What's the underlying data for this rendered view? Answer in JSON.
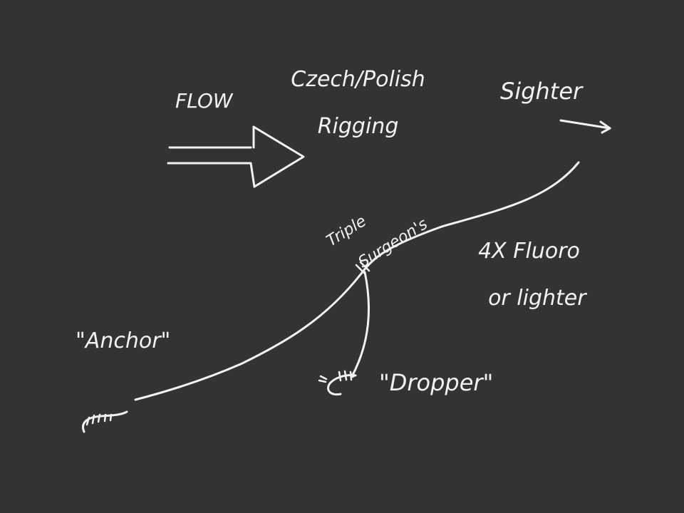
{
  "diagram": {
    "title_line1": "Czech/Polish",
    "title_line2": "Rigging",
    "flow_label": "FLOW",
    "sighter_label": "Sighter",
    "tippet_line1": "4X Fluoro",
    "tippet_line2": "or lighter",
    "knot_line1": "Triple",
    "knot_line2": "Surgeon's",
    "anchor_label": "\"Anchor\"",
    "dropper_label": "\"Dropper\""
  },
  "colors": {
    "background": "#333333",
    "ink": "#f2f2f2"
  },
  "icons": {
    "flow_arrow": "flow-arrow-icon",
    "sighter_arrow": "sighter-arrow-icon",
    "anchor_fly": "anchor-fly-icon",
    "dropper_fly": "dropper-fly-icon",
    "knot": "knot-mark-icon"
  }
}
